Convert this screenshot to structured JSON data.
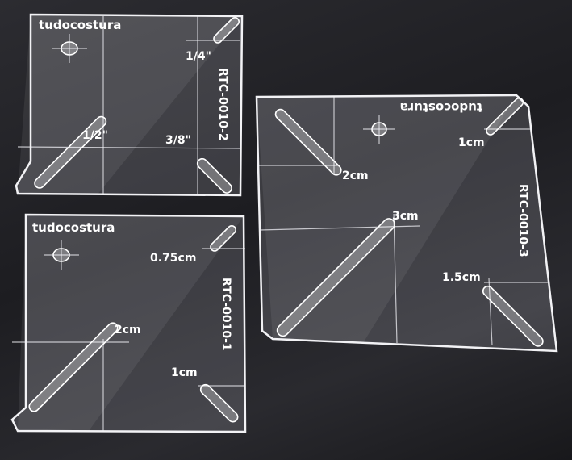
{
  "photo": {
    "background_color": "#1b1b1e",
    "rulers": [
      {
        "code": "RTC-0010-2",
        "brand": "tudocostura",
        "labels": {
          "corner": "1/4\"",
          "center": "1/2\"",
          "bottom_right": "3/8\""
        }
      },
      {
        "code": "RTC-0010-1",
        "brand": "tudocostura",
        "labels": {
          "corner": "0.75cm",
          "center": "2cm",
          "bottom_right": "1cm"
        }
      },
      {
        "code": "RTC-0010-3",
        "brand": "tudocostura",
        "labels": {
          "corner": "1cm",
          "upper_left": "2cm",
          "center": "3cm",
          "bottom_right": "1.5cm"
        }
      }
    ]
  }
}
